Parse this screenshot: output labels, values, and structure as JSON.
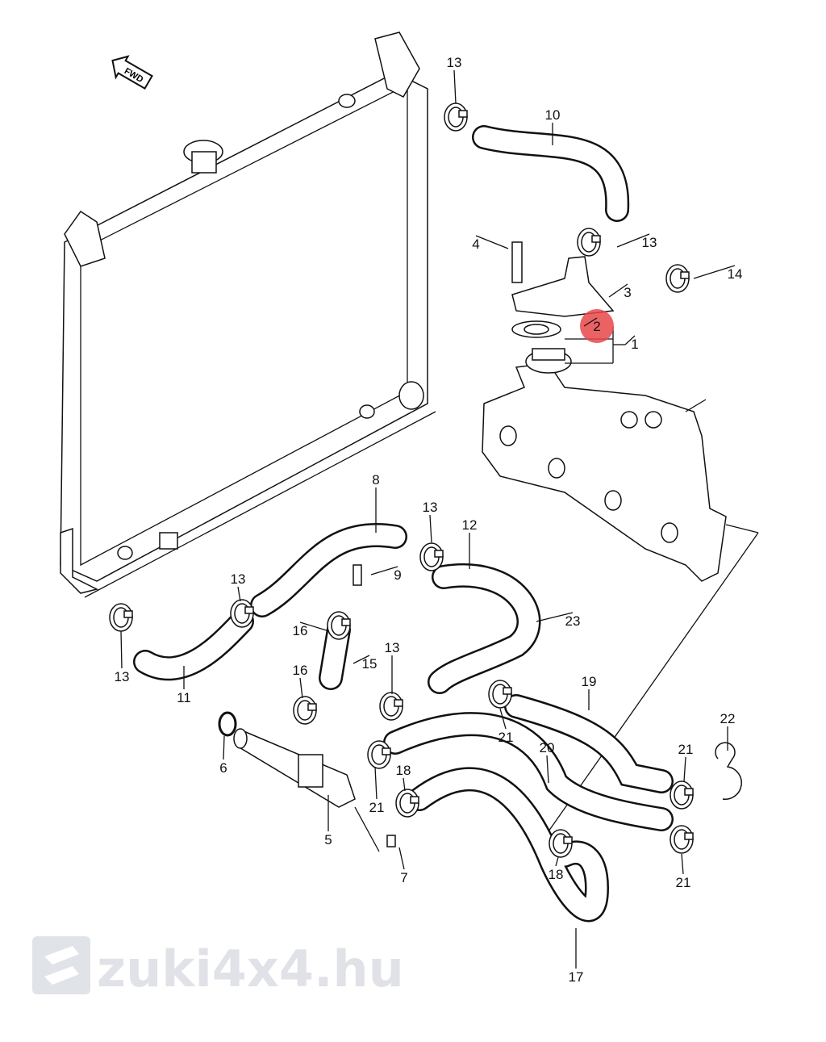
{
  "diagram": {
    "direction_marker": "FWD",
    "watermark": "zuki4x4.hu",
    "highlight_color": "#e8474a",
    "highlighted_part": "2",
    "callouts": [
      "13",
      "10",
      "4",
      "13",
      "14",
      "3",
      "2",
      "1",
      "8",
      "13",
      "12",
      "9",
      "13",
      "23",
      "16",
      "15",
      "13",
      "16",
      "13",
      "11",
      "19",
      "21",
      "22",
      "20",
      "21",
      "6",
      "18",
      "21",
      "5",
      "18",
      "21",
      "7",
      "17"
    ]
  }
}
